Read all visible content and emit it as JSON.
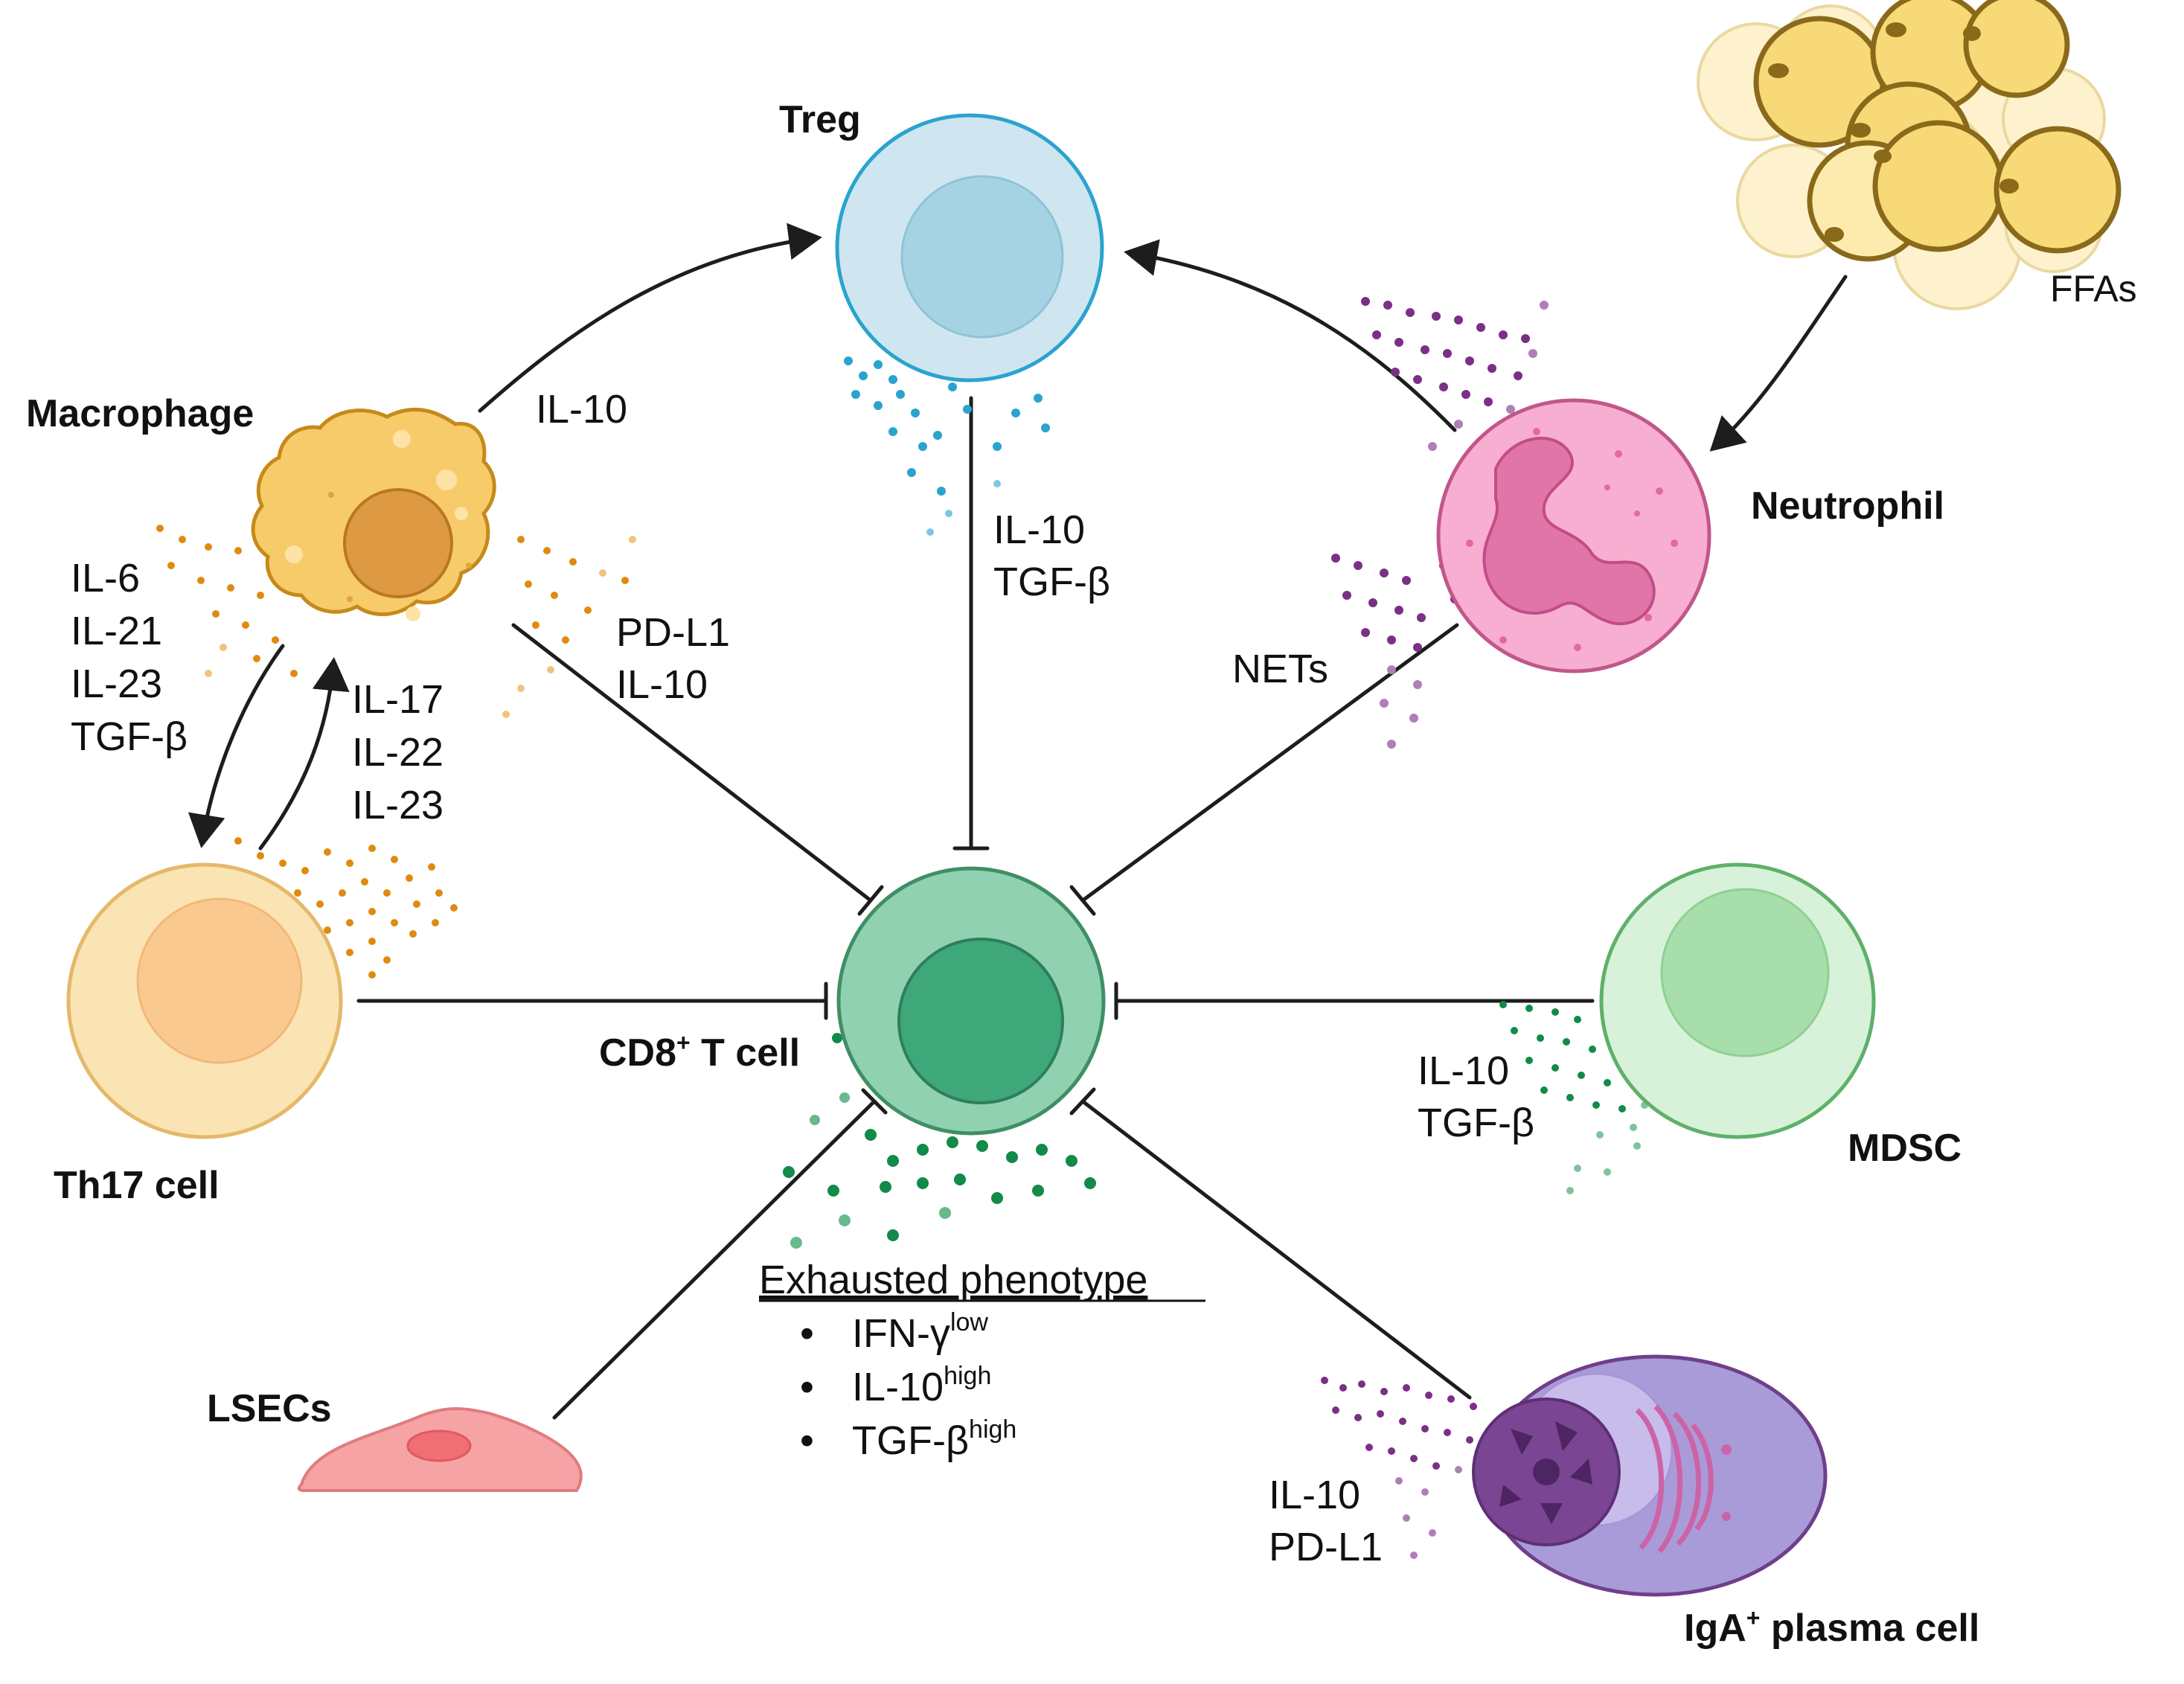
{
  "cells": {
    "treg": "Treg",
    "macrophage": "Macrophage",
    "neutrophil": "Neutrophil",
    "th17": "Th17 cell",
    "cd8": "CD8",
    "cd8_sup": "+",
    "cd8_rest": " T cell",
    "mdsc": "MDSC",
    "lsecs": "LSECs",
    "plasma": "IgA",
    "plasma_sup": "+",
    "plasma_rest": " plasma cell",
    "ffas": "FFAs"
  },
  "mediators": {
    "macrophage_to_treg": [
      "IL-10"
    ],
    "treg_to_cd8": [
      "IL-10",
      "TGF-β"
    ],
    "macrophage_to_th17": [
      "IL-6",
      "IL-21",
      "IL-23",
      "TGF-β"
    ],
    "th17_to_macrophage": [
      "IL-17",
      "IL-22",
      "IL-23"
    ],
    "macrophage_to_cd8": [
      "PD-L1",
      "IL-10"
    ],
    "neutrophil_to_cd8": [
      "NETs"
    ],
    "mdsc_to_cd8": [
      "IL-10",
      "TGF-β"
    ],
    "plasma_to_cd8": [
      "IL-10",
      "PD-L1"
    ]
  },
  "exhausted": {
    "title": "Exhausted phenotype",
    "bullet": "•",
    "items": [
      {
        "base": "IFN-γ",
        "sup": "low"
      },
      {
        "base": "IL-10",
        "sup": "high"
      },
      {
        "base": "TGF-β",
        "sup": "high"
      }
    ]
  },
  "colors": {
    "treg": "#cfe6f0",
    "cd8": "#8fd1b0",
    "th17": "#fbe4b4",
    "mdsc": "#d7f2d8",
    "neutrophil": "#f8aed0",
    "macrophage": "#f8cb6a",
    "plasma": "#a99bd8",
    "lsec": "#f6a3a6",
    "adipocyte": "#fbe7a6"
  }
}
